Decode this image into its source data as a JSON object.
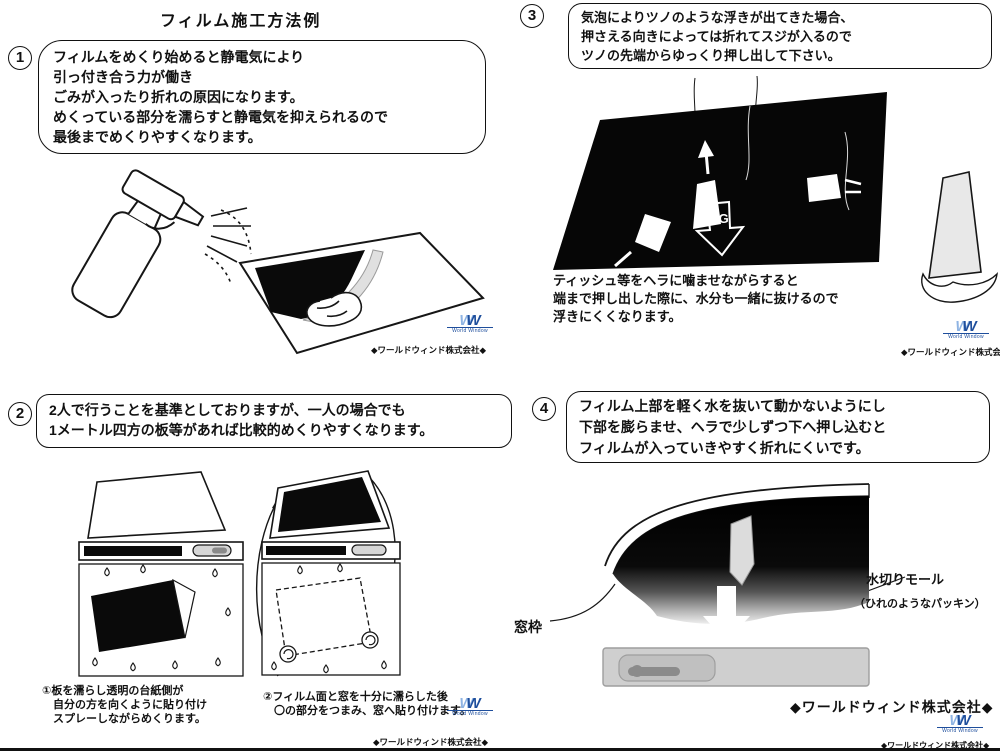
{
  "page": {
    "title": "フィルム施工方法例"
  },
  "steps": {
    "s1": {
      "num": "1",
      "lines": [
        "フィルムをめくり始めると静電気により",
        "引っ付き合う力が働き",
        "ごみが入ったり折れの原因になります。",
        "めくっている部分を濡らすと静電気を抑えられるので",
        "最後までめくりやすくなります。"
      ]
    },
    "s2": {
      "num": "2",
      "lines": [
        "2人で行うことを基準としておりますが、一人の場合でも",
        "1メートル四方の板等があれば比較的めくりやすくなります。"
      ],
      "caption1": [
        "①板を濡らし透明の台紙側が",
        "　自分の方を向くように貼り付け",
        "　スプレーしながらめくります。"
      ],
      "caption2": [
        "②フィルム面と窓を十分に濡らした後",
        "　〇の部分をつまみ、窓へ貼り付けます。"
      ]
    },
    "s3": {
      "num": "3",
      "lines": [
        "気泡によりツノのような浮きが出てきた場合、",
        "押さえる向きによっては折れてスジが入るので",
        "ツノの先端からゆっくり押し出して下さい。"
      ],
      "ng": "NG",
      "note": [
        "ティッシュ等をヘラに噛ませながらすると",
        "端まで押し出した際に、水分も一緒に抜けるので",
        "浮きにくくなります。"
      ]
    },
    "s4": {
      "num": "4",
      "lines": [
        "フィルム上部を軽く水を抜いて動かないようにし",
        "下部を膨らませ、ヘラで少しずつ下へ押し込むと",
        "フィルムが入っていきやすく折れにくいです。"
      ],
      "window_frame_label": "窓枠",
      "molding_label": "水切りモール",
      "molding_sub": "（ひれのようなパッキン）"
    }
  },
  "branding": {
    "logo_w": "W",
    "logo_sub": "World Window",
    "company": "◆ワールドウィンド株式会社◆"
  },
  "colors": {
    "logo_blue": "#1e4e9c",
    "film_black": "#0a0a0a",
    "door_grey": "#cfcfcf"
  }
}
